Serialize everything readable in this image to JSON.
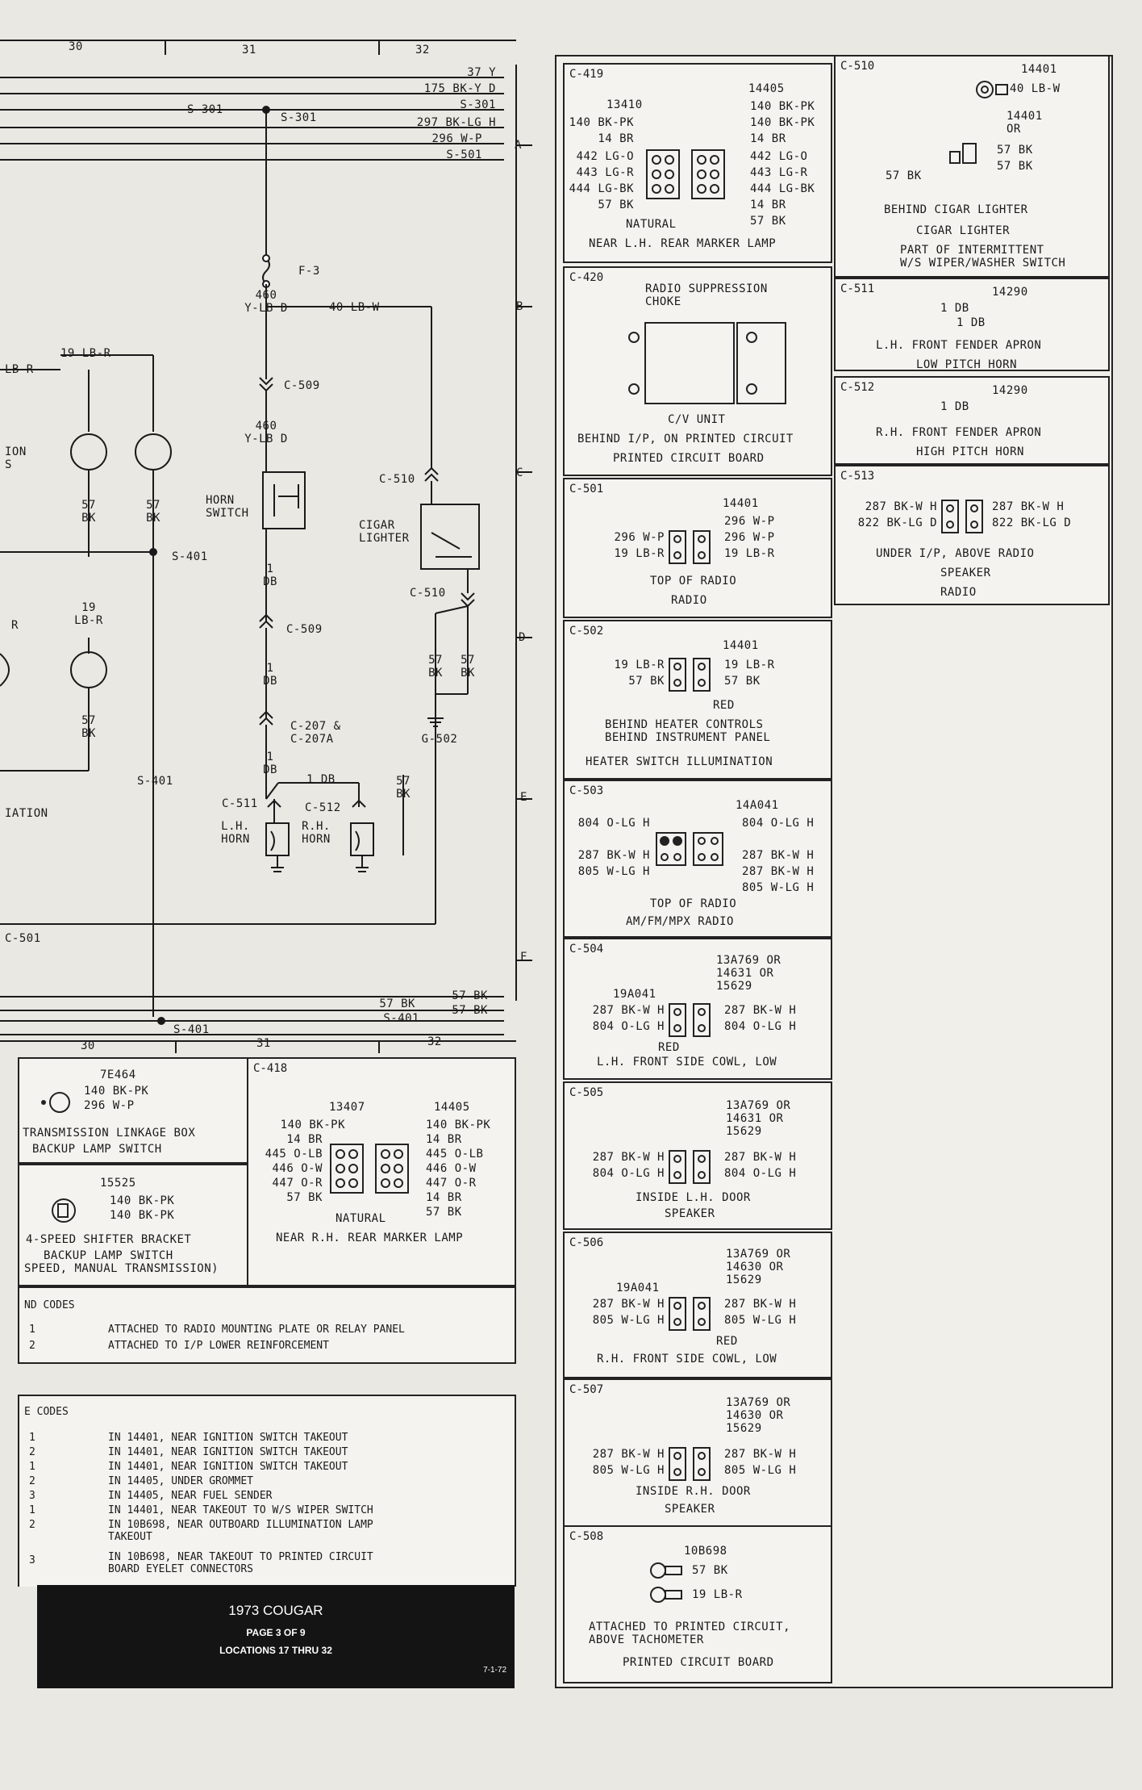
{
  "grid_top": [
    "30",
    "31",
    "32"
  ],
  "grid_bottom": [
    "30",
    "31",
    "32"
  ],
  "rows": [
    "A",
    "B",
    "C",
    "D",
    "E",
    "F"
  ],
  "wires_top": [
    "37 Y",
    "175 BK-Y D",
    "S-301",
    "297 BK-LG H",
    "296 W-P",
    "S-501"
  ],
  "splice_left": "S-301",
  "splice_right": "S-301",
  "fuse": "F-3",
  "wire_40": "40 LB-W",
  "wire_460a": "460\nY-LB D",
  "wire_460b": "460\nY-LB D",
  "conn_c509a": "C-509",
  "conn_c509b": "C-509",
  "horn_switch": "HORN\nSWITCH",
  "cigar_lighter": "CIGAR\nLIGHTER",
  "c510_top": "C-510",
  "c510_bot": "C-510",
  "db1": "1\nDB",
  "db2": "1\nDB",
  "db3": "1\nDB",
  "db4": "1 DB",
  "c207": "C-207 &\nC-207A",
  "c511": "C-511",
  "c512": "C-512",
  "lh_horn": "L.H.\nHORN",
  "rh_horn": "R.H.\nHORN",
  "bk57_a": "57\nBK",
  "bk57_b": "57\nBK",
  "bk57_c": "57\nBK",
  "bk57_d": "57\nBK",
  "bk57_e": "57\nBK",
  "bk57_f": "57\nBK",
  "bk57_g": "57\nBK",
  "g502": "G-502",
  "s401a": "S-401",
  "s401b": "S-401",
  "s401c": "S-401",
  "s401d": "S-401",
  "lb19r_a": "19 LB-R",
  "lb19r_b": "LB-R",
  "lb19r_c": "19\nLB-R",
  "ion": "ION\nS",
  "r": "R",
  "ation": "IATION",
  "c501_frag": "C-501",
  "wires_bottom": [
    "57 BK",
    "57 BK",
    "S-401",
    "57 BK"
  ],
  "box_7e464": {
    "part": "7E464",
    "w1": "140 BK-PK",
    "w2": "296 W-P",
    "loc": "TRANSMISSION LINKAGE BOX",
    "desc": "BACKUP LAMP SWITCH"
  },
  "box_15525": {
    "part": "15525",
    "w1": "140 BK-PK",
    "w2": "140 BK-PK",
    "loc": "4-SPEED SHIFTER BRACKET",
    "desc": "BACKUP LAMP SWITCH",
    "desc2": "SPEED, MANUAL TRANSMISSION)"
  },
  "c418": {
    "title": "C-418",
    "p1": "13407",
    "p2": "14405",
    "left": [
      "140 BK-PK",
      "14 BR",
      "445 O-LB",
      "446 O-W",
      "447 O-R",
      "57 BK"
    ],
    "right": [
      "140 BK-PK",
      "14 BR",
      "445 O-LB",
      "446 O-W",
      "447 O-R",
      "14 BR",
      "57 BK"
    ],
    "natural": "NATURAL",
    "loc": "NEAR R.H. REAR MARKER LAMP"
  },
  "ground_codes": {
    "title": "ND CODES",
    "rows": [
      [
        "1",
        "ATTACHED TO RADIO MOUNTING PLATE OR RELAY PANEL"
      ],
      [
        "2",
        "ATTACHED TO I/P LOWER REINFORCEMENT"
      ]
    ]
  },
  "splice_codes": {
    "title": "E CODES",
    "rows": [
      [
        "1",
        "IN 14401, NEAR IGNITION SWITCH TAKEOUT"
      ],
      [
        "2",
        "IN 14401, NEAR IGNITION SWITCH TAKEOUT"
      ],
      [
        "1",
        "IN 14401, NEAR IGNITION SWITCH TAKEOUT"
      ],
      [
        "2",
        "IN 14405, UNDER GROMMET"
      ],
      [
        "3",
        "IN 14405, NEAR FUEL SENDER"
      ],
      [
        "1",
        "IN 14401, NEAR TAKEOUT TO W/S WIPER SWITCH"
      ],
      [
        "2",
        "IN 10B698, NEAR OUTBOARD ILLUMINATION LAMP\nTAKEOUT"
      ],
      [
        "3",
        "IN 10B698, NEAR TAKEOUT TO PRINTED CIRCUIT\nBOARD EYELET CONNECTORS"
      ]
    ]
  },
  "title_block": {
    "model": "1973 COUGAR",
    "page": "PAGE 3 OF 9",
    "locs": "LOCATIONS 17 THRU 32",
    "date": "7-1-72"
  },
  "c419": {
    "title": "C-419",
    "p1": "13410",
    "p2": "14405",
    "left": [
      "140 BK-PK",
      "14 BR",
      "442 LG-O",
      "443 LG-R",
      "444 LG-BK",
      "57 BK"
    ],
    "right": [
      "140 BK-PK",
      "140 BK-PK",
      "14 BR",
      "442 LG-O",
      "443 LG-R",
      "444 LG-BK",
      "14 BR",
      "57 BK"
    ],
    "natural": "NATURAL",
    "loc": "NEAR L.H. REAR MARKER LAMP"
  },
  "c420": {
    "title": "C-420",
    "choke": "RADIO SUPPRESSION\nCHOKE",
    "cv": "C/V UNIT",
    "loc": "BEHIND I/P, ON PRINTED CIRCUIT",
    "desc": "PRINTED CIRCUIT BOARD"
  },
  "c501": {
    "title": "C-501",
    "part": "14401",
    "left": [
      "296 W-P",
      "19 LB-R"
    ],
    "right": [
      "296 W-P",
      "296 W-P",
      "19 LB-R"
    ],
    "loc": "TOP OF RADIO",
    "desc": "RADIO"
  },
  "c502": {
    "title": "C-502",
    "part": "14401",
    "left": [
      "19 LB-R",
      "57 BK"
    ],
    "right": [
      "19 LB-R",
      "57 BK"
    ],
    "red": "RED",
    "loc": "BEHIND HEATER CONTROLS\nBEHIND INSTRUMENT PANEL",
    "desc": "HEATER SWITCH ILLUMINATION"
  },
  "c503": {
    "title": "C-503",
    "part": "14A041",
    "left": [
      "804 O-LG H",
      "287 BK-W H",
      "805 W-LG H"
    ],
    "right": [
      "804 O-LG H",
      "287 BK-W H",
      "287 BK-W H",
      "805 W-LG H"
    ],
    "loc": "TOP OF RADIO",
    "desc": "AM/FM/MPX RADIO"
  },
  "c504": {
    "title": "C-504",
    "p1": "19A041",
    "p2": "13A769 OR\n14631 OR\n15629",
    "left": [
      "287 BK-W H",
      "804 O-LG H"
    ],
    "right": [
      "287 BK-W H",
      "804 O-LG H"
    ],
    "red": "RED",
    "loc": "L.H. FRONT SIDE COWL, LOW"
  },
  "c505": {
    "title": "C-505",
    "p2": "13A769 OR\n14631 OR\n15629",
    "left": [
      "287 BK-W H",
      "804 O-LG H"
    ],
    "right": [
      "287 BK-W H",
      "804 O-LG H"
    ],
    "loc": "INSIDE L.H. DOOR",
    "desc": "SPEAKER"
  },
  "c506": {
    "title": "C-506",
    "p1": "19A041",
    "p2": "13A769 OR\n14630 OR\n15629",
    "left": [
      "287 BK-W H",
      "805 W-LG H"
    ],
    "right": [
      "287 BK-W H",
      "805 W-LG H"
    ],
    "red": "RED",
    "loc": "R.H. FRONT SIDE COWL, LOW"
  },
  "c507": {
    "title": "C-507",
    "p2": "13A769 OR\n14630 OR\n15629",
    "left": [
      "287 BK-W H",
      "805 W-LG H"
    ],
    "right": [
      "287 BK-W H",
      "805 W-LG H"
    ],
    "loc": "INSIDE R.H. DOOR",
    "desc": "SPEAKER"
  },
  "c508": {
    "title": "C-508",
    "part": "10B698",
    "w1": "57 BK",
    "w2": "19 LB-R",
    "loc": "ATTACHED TO PRINTED CIRCUIT,\nABOVE TACHOMETER",
    "desc": "PRINTED CIRCUIT BOARD"
  },
  "c510": {
    "title": "C-510",
    "p1": "14401",
    "w1": "40 LB-W",
    "p2": "14401\nOR",
    "w2": "57 BK",
    "w3": "57 BK",
    "w4": "57 BK",
    "loc": "BEHIND CIGAR LIGHTER",
    "desc1": "CIGAR LIGHTER",
    "desc2": "PART OF INTERMITTENT\nW/S WIPER/WASHER SWITCH"
  },
  "c511box": {
    "title": "C-511",
    "part": "14290",
    "w1": "1 DB",
    "w2": "1 DB",
    "loc": "L.H. FRONT FENDER APRON",
    "desc": "LOW PITCH HORN"
  },
  "c512box": {
    "title": "C-512",
    "part": "14290",
    "w1": "1 DB",
    "loc": "R.H. FRONT FENDER APRON",
    "desc": "HIGH PITCH HORN"
  },
  "c513": {
    "title": "C-513",
    "left": [
      "287 BK-W H",
      "822 BK-LG D"
    ],
    "right": [
      "287 BK-W H",
      "822 BK-LG D"
    ],
    "loc": "UNDER I/P, ABOVE RADIO",
    "desc1": "SPEAKER",
    "desc2": "RADIO"
  }
}
